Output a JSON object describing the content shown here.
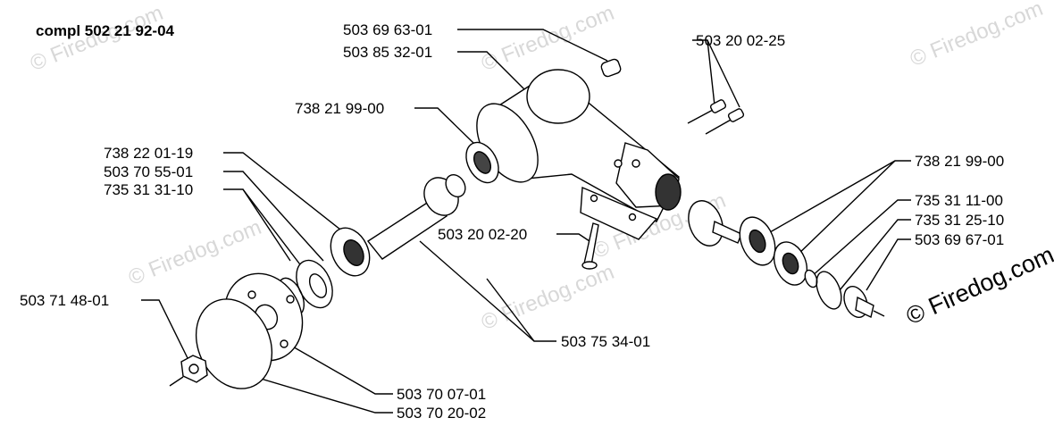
{
  "title": "compl 502 21 92-04",
  "copyright": "© Firedog.com",
  "watermark": "© Firedog.com",
  "part_numbers": {
    "p1": "503 69 63-01",
    "p2": "503 85 32-01",
    "p3": "503 20 02-25",
    "p4": "738 21 99-00",
    "p5": "738 22 01-19",
    "p6": "503 70 55-01",
    "p7": "735 31 31-10",
    "p8": "738 21 99-00",
    "p9": "735 31 11-00",
    "p10": "735 31 25-10",
    "p11": "503 69 67-01",
    "p12": "503 20 02-20",
    "p13": "503 71 48-01",
    "p14": "503 75 34-01",
    "p15": "503 70 07-01",
    "p16": "503 70 20-02"
  }
}
